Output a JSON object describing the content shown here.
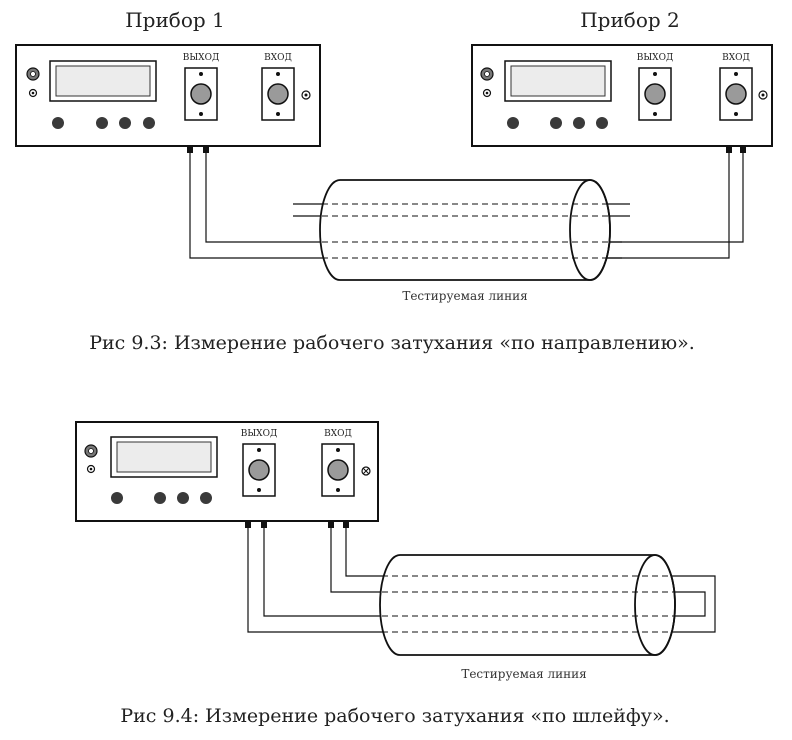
{
  "figure1": {
    "device1_title": "Прибор 1",
    "device2_title": "Прибор 2",
    "output_label": "ВЫХОД",
    "input_label": "ВХОД",
    "line_label": "Тестируемая линия",
    "caption": "Рис 9.3: Измерение рабочего затухания «по направлению»."
  },
  "figure2": {
    "output_label": "ВЫХОД",
    "input_label": "ВХОД",
    "line_label": "Тестируемая линия",
    "caption": "Рис 9.4: Измерение рабочего затухания «по шлейфу»."
  },
  "colors": {
    "stroke": "#111111",
    "display_fill": "#ececec",
    "knob_fill": "#9a9a9a",
    "button_fill": "#3a3a3a"
  }
}
